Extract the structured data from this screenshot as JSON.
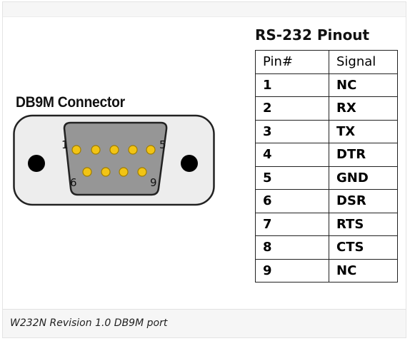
{
  "connector": {
    "title": "DB9M Connector",
    "top_row_labels": {
      "left": "1",
      "right": "5"
    },
    "bottom_row_labels": {
      "left": "6",
      "right": "9"
    },
    "pin_color": "#f2c414",
    "pin_stroke": "#a07d00",
    "shell_color": "#ededed",
    "insert_color": "#969696",
    "mount_hole_color": "#000000"
  },
  "pinout": {
    "title": "RS-232 Pinout",
    "headers": [
      "Pin#",
      "Signal"
    ],
    "rows": [
      [
        "1",
        "NC"
      ],
      [
        "2",
        "RX"
      ],
      [
        "3",
        "TX"
      ],
      [
        "4",
        "DTR"
      ],
      [
        "5",
        "GND"
      ],
      [
        "6",
        "DSR"
      ],
      [
        "7",
        "RTS"
      ],
      [
        "8",
        "CTS"
      ],
      [
        "9",
        "NC"
      ]
    ]
  },
  "caption": "W232N Revision 1.0 DB9M port"
}
